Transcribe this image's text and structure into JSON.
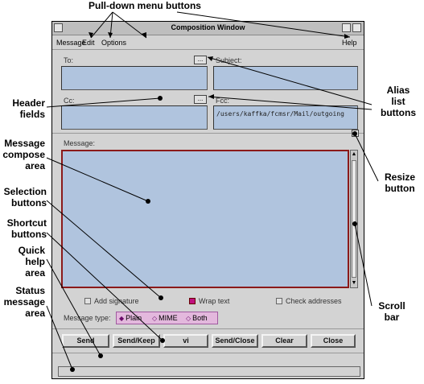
{
  "window": {
    "title": "Composition Window"
  },
  "menubar": {
    "items": [
      "Message",
      "Edit",
      "Options"
    ],
    "help": "Help"
  },
  "fields": {
    "to_label": "To:",
    "subject_label": "Subject:",
    "cc_label": "Cc:",
    "fcc_label": "Fcc:",
    "fcc_value": "/users/kaffka/fcmsr/Mail/outgoing",
    "alias_button": "...",
    "message_label": "Message:"
  },
  "options": {
    "add_signature": "Add signature",
    "wrap_text": "Wrap text",
    "check_addresses": "Check addresses",
    "message_type_label": "Message type:",
    "types": [
      "Plain",
      "MIME",
      "Both"
    ]
  },
  "buttons": [
    "Send",
    "Send/Keep",
    "vi",
    "Send/Close",
    "Clear",
    "Close"
  ],
  "annotations": {
    "pulldown": "Pull-down menu buttons",
    "header_fields": "Header\nfields",
    "compose_area": "Message\ncompose\narea",
    "selection_buttons": "Selection\nbuttons",
    "shortcut_buttons": "Shortcut\nbuttons",
    "quick_help": "Quick\nhelp\narea",
    "status_area": "Status\nmessage\narea",
    "alias_buttons": "Alias\nlist\nbuttons",
    "resize_button": "Resize\nbutton",
    "scroll_bar": "Scroll\nbar"
  }
}
